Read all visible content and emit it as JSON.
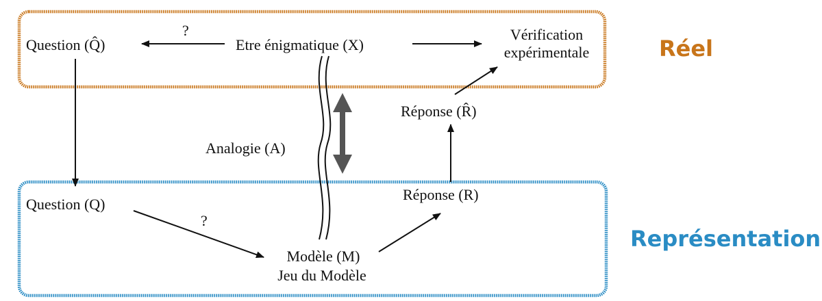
{
  "zones": {
    "reel": {
      "label": "Réel",
      "color": "#C8751A"
    },
    "representation": {
      "label": "Représentation",
      "color": "#2A8CC4"
    }
  },
  "nodes": {
    "question_hat": "Question (Q̂)",
    "etre": "Etre énigmatique (X)",
    "verification_line1": "Vérification",
    "verification_line2": "expérimentale",
    "reponse_hat": "Réponse (R̂)",
    "analogie": "Analogie (A)",
    "question": "Question (Q)",
    "reponse": "Réponse (R)",
    "modele_line1": "Modèle (M)",
    "modele_line2": "Jeu du Modèle"
  },
  "edge_labels": {
    "unknown_top": "?",
    "unknown_bottom": "?"
  },
  "colors": {
    "ink": "#111111",
    "analogy_arrow": "#555555"
  }
}
